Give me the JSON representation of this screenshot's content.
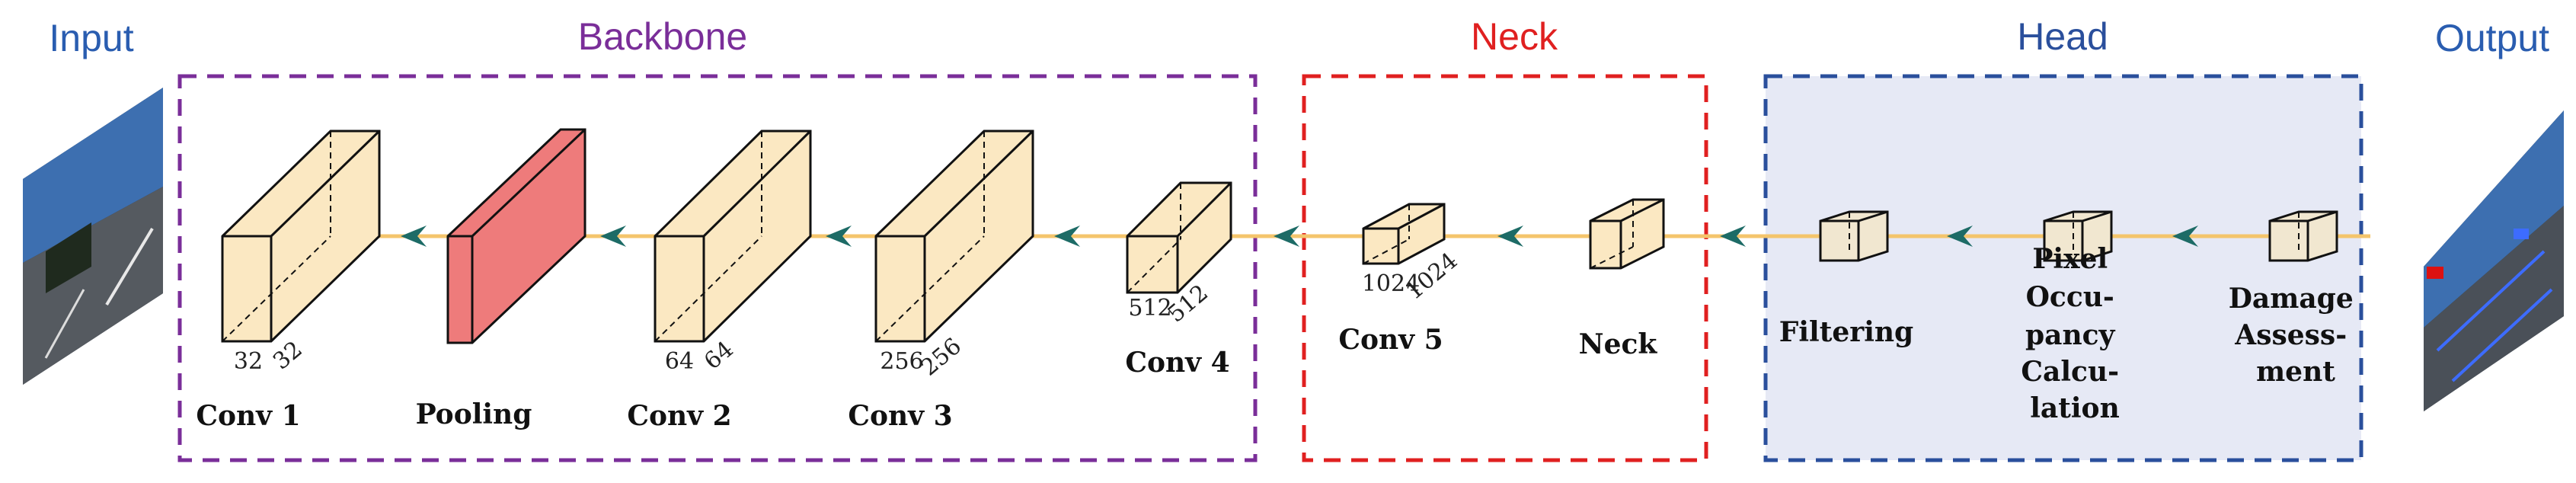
{
  "colors": {
    "input_output": "#2a5db0",
    "backbone": "#7a2e99",
    "neck": "#e02020",
    "head": "#2a4f9c",
    "head_fill": "#e6e9f5",
    "block_fill": "#fbe8c2",
    "pool_fill": "#ee7b7b",
    "flow_line": "#f4c56c",
    "arrow": "#1d6b66"
  },
  "icons": {
    "input_image": "road-scene-image-icon",
    "output_image": "segmented-road-scene-image-icon"
  },
  "sections": {
    "input": "Input",
    "backbone": "Backbone",
    "neck": "Neck",
    "head": "Head",
    "output": "Output"
  },
  "layers": [
    {
      "id": "conv1",
      "label": "Conv 1",
      "dim_a": "32",
      "dim_b": "32"
    },
    {
      "id": "pooling",
      "label": "Pooling"
    },
    {
      "id": "conv2",
      "label": "Conv 2",
      "dim_a": "64",
      "dim_b": "64"
    },
    {
      "id": "conv3",
      "label": "Conv 3",
      "dim_a": "256",
      "dim_b": "256"
    },
    {
      "id": "conv4",
      "label": "Conv 4",
      "dim_a": "512",
      "dim_b": "512"
    },
    {
      "id": "conv5",
      "label": "Conv 5",
      "dim_a": "1024",
      "dim_b": "1024"
    },
    {
      "id": "neck",
      "label": "Neck"
    },
    {
      "id": "filtering",
      "label": "Filtering"
    },
    {
      "id": "pixel_occupancy",
      "label_lines": [
        "Pixel",
        "Occu-",
        "pancy",
        "Calcu-",
        "lation"
      ]
    },
    {
      "id": "damage_assessment",
      "label_lines": [
        "Damage",
        "Assess-",
        "ment"
      ]
    }
  ]
}
